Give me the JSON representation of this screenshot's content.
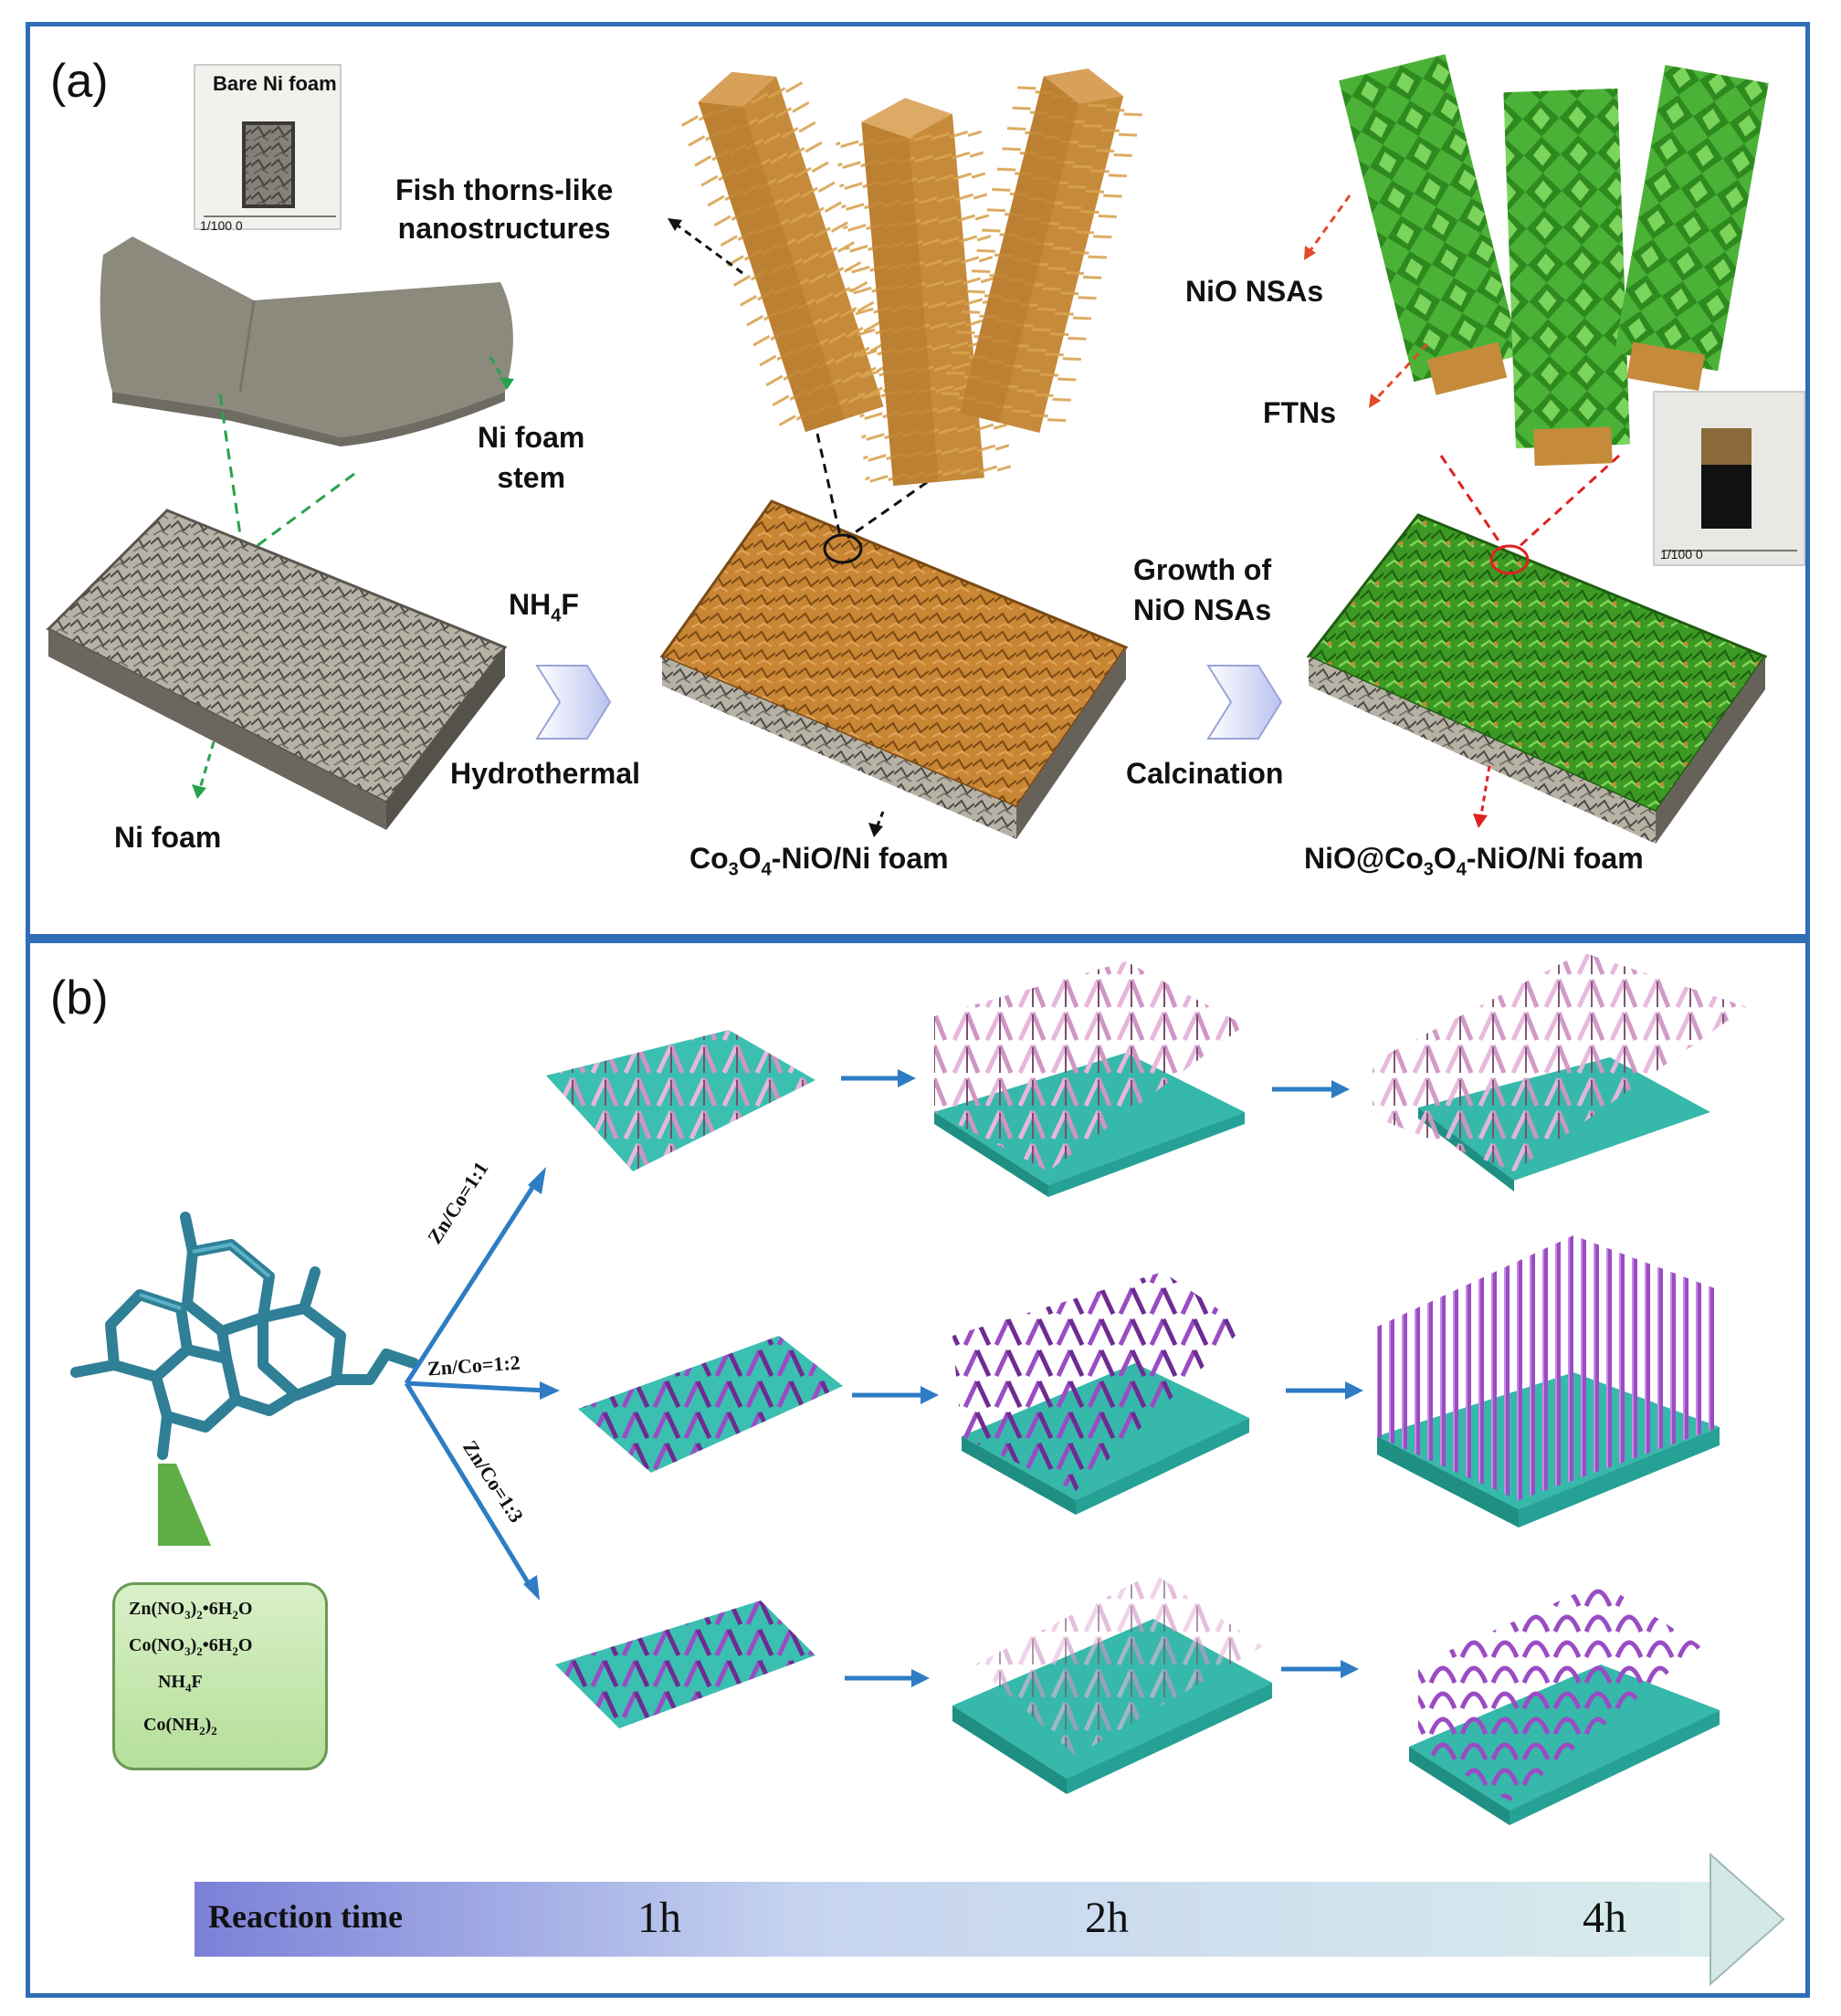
{
  "panel_a": {
    "label": "(a)",
    "inset_bare": "Bare Ni foam",
    "ruler_bare": "1/100 0",
    "fish_thorns": [
      "Fish thorns-like",
      "nanostructures"
    ],
    "ni_foam_stem": [
      "Ni foam",
      "stem"
    ],
    "nio_nsas": "NiO NSAs",
    "ftns": "FTNs",
    "ni_foam": "Ni foam",
    "step1_top": "NH4F",
    "step1_bottom": "Hydrothermal",
    "growth": [
      "Growth of",
      "NiO NSAs"
    ],
    "calcination": "Calcination",
    "co3o4_label": "Co3O4-NiO/Ni foam",
    "final_label": "NiO@Co3O4-NiO/Ni foam",
    "ruler_final": "1/100 0"
  },
  "panel_b": {
    "label": "(b)",
    "ratios": [
      "Zn/Co=1:1",
      "Zn/Co=1:2",
      "Zn/Co=1:3"
    ],
    "precursors": [
      "Zn(NO3)2•6H2O",
      "Co(NO3)2•6H2O",
      "NH4F",
      "Co(NH2)2"
    ],
    "reaction_time": "Reaction time",
    "times": [
      "1h",
      "2h",
      "4h"
    ]
  },
  "colors": {
    "border": "#2f6db5",
    "foam_gray": "#a8a397",
    "foam_orange": "#c9882f",
    "nio_green": "#3aa62a",
    "substrate_teal": "#34c0b5",
    "rod_pink": "#e7b6dc",
    "rod_purple": "#8a3fb2",
    "molecule_blue": "#3a8fa8",
    "arrow_blue": "#2e7cc4"
  }
}
